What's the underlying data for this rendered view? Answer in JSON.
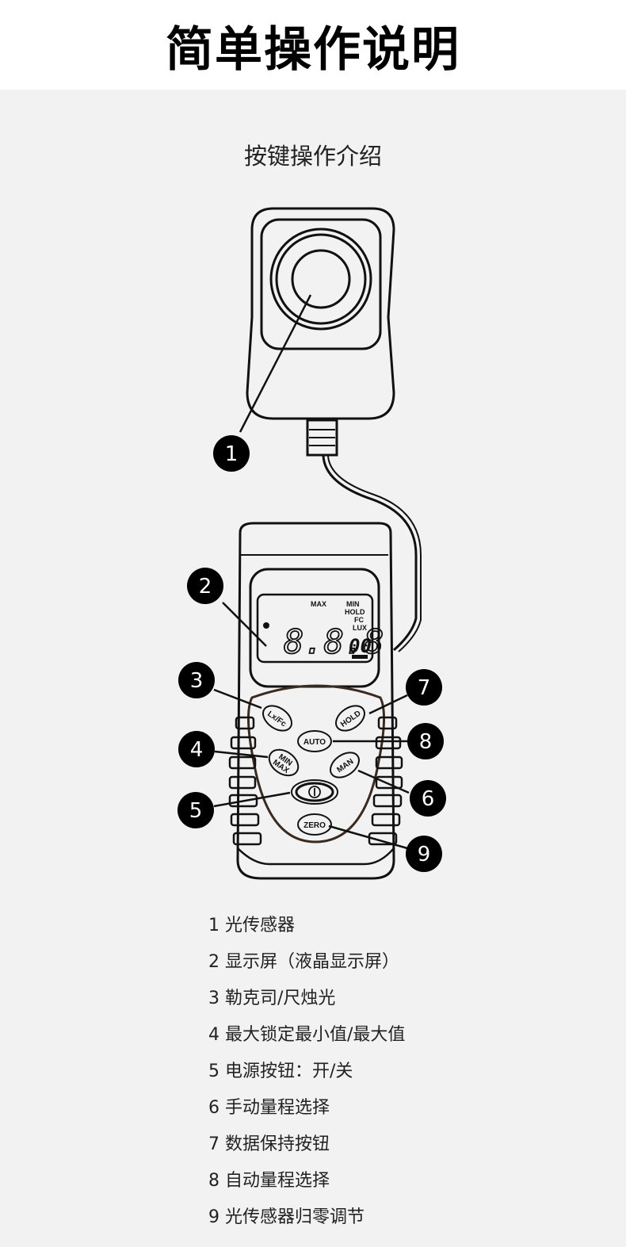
{
  "header": {
    "title": "简单操作说明"
  },
  "section": {
    "subtitle": "按键操作介绍"
  },
  "device": {
    "lcd": {
      "max": "MAX",
      "min": "MIN",
      "hold": "HOLD",
      "fc": "FC",
      "lux": "LUX",
      "digits": "8.8.8",
      "small_digits": "00"
    },
    "buttons": {
      "lxfc": "Lx/Fc",
      "hold": "HOLD",
      "auto": "AUTO",
      "min": "MIN",
      "max": "MAX",
      "man": "MAN",
      "zero": "ZERO"
    },
    "callouts": [
      "1",
      "2",
      "3",
      "4",
      "5",
      "6",
      "7",
      "8",
      "9"
    ]
  },
  "legend": [
    "1 光传感器",
    "2 显示屏（液晶显示屏）",
    "3 勒克司/尺烛光",
    "4 最大锁定最小值/最大值",
    "5 电源按钮：开/关",
    "6 手动量程选择",
    "7 数据保持按钮",
    "8 自动量程选择",
    "9 光传感器归零调节"
  ]
}
